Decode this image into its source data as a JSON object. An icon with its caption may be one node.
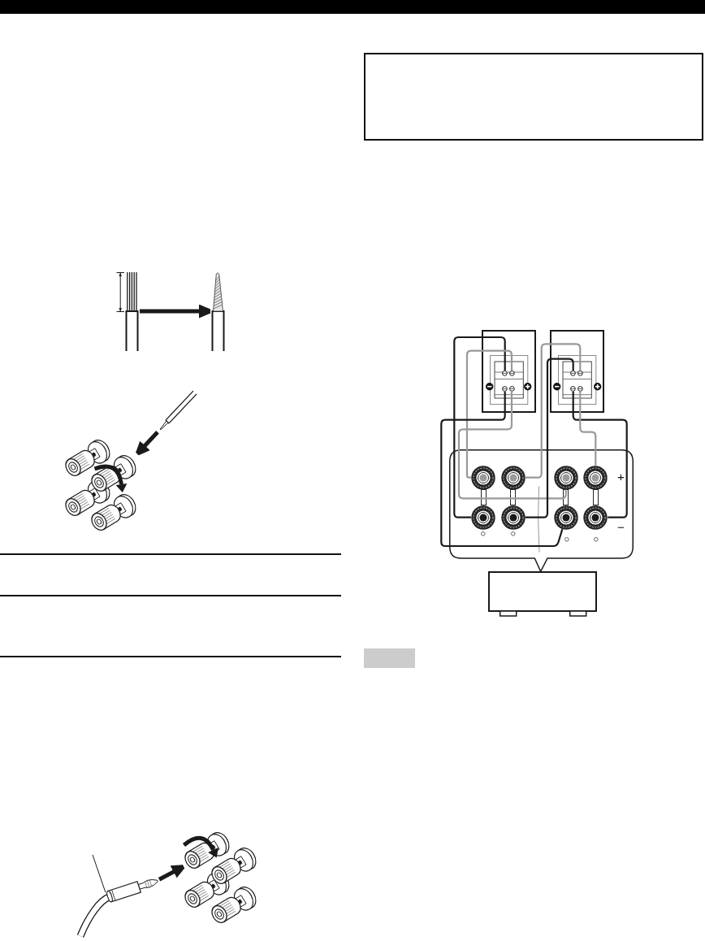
{
  "diagram": {
    "nodes": [
      {
        "text": [],
        "shape": "picture"
      },
      {
        "text": [],
        "shape": "picture"
      },
      {
        "text": [],
        "shape": "picture"
      },
      {
        "text": [],
        "shape": "picture"
      },
      {
        "text": [],
        "shape": "picture"
      },
      {
        "text": [],
        "shape": "picture"
      },
      {
        "text": [],
        "shape": "box"
      },
      {
        "text": [],
        "shape": "circle",
        "in": 6
      },
      {
        "text": [],
        "shape": "circle",
        "in": 6
      },
      {
        "text": [],
        "shape": "circle",
        "in": 6
      },
      {
        "text": [],
        "shape": "circle",
        "in": 6
      },
      {
        "text": [],
        "shape": "box"
      },
      {
        "text": [],
        "shape": "circle",
        "in": 11
      },
      {
        "text": [],
        "shape": "circle",
        "in": 11
      },
      {
        "text": [],
        "shape": "circle",
        "in": 11
      },
      {
        "text": [],
        "shape": "circle",
        "in": 11
      },
      {
        "text": [],
        "shape": "callout"
      },
      {
        "text": [],
        "shape": "circle",
        "in": 16
      },
      {
        "text": [],
        "shape": "circle",
        "in": 16
      },
      {
        "text": [],
        "shape": "circle",
        "in": 16
      },
      {
        "text": [],
        "shape": "circle",
        "in": 16
      },
      {
        "text": [],
        "shape": "circle",
        "in": 16
      },
      {
        "text": [],
        "shape": "circle",
        "in": 16
      },
      {
        "text": [],
        "shape": "circle",
        "in": 16
      },
      {
        "text": [],
        "shape": "circle",
        "in": 16
      },
      {
        "text": [],
        "shape": "box"
      }
    ],
    "edges": [
      {
        "from": 0,
        "to": 1,
        "arrow": "to",
        "style": "thick"
      },
      {
        "from": 2,
        "to": 3,
        "arrow": "to",
        "style": "thick"
      },
      {
        "from": null,
        "to": 4,
        "arrow": "none"
      },
      {
        "from": 4,
        "to": 5,
        "arrow": "to",
        "style": "thick"
      },
      {
        "from": 7,
        "to": 21,
        "arrow": "none"
      },
      {
        "from": 8,
        "to": 17,
        "arrow": "none",
        "color": "#999999"
      },
      {
        "from": 9,
        "to": 23,
        "arrow": "none"
      },
      {
        "from": 10,
        "to": 19,
        "arrow": "none",
        "color": "#999999"
      },
      {
        "from": 13,
        "to": 18,
        "arrow": "none",
        "color": "#999999"
      },
      {
        "from": 12,
        "to": 22,
        "arrow": "none"
      },
      {
        "from": 14,
        "to": 24,
        "arrow": "none"
      },
      {
        "from": 15,
        "to": 20,
        "arrow": "none",
        "color": "#999999"
      }
    ],
    "labels": [
      "+",
      "−"
    ]
  }
}
